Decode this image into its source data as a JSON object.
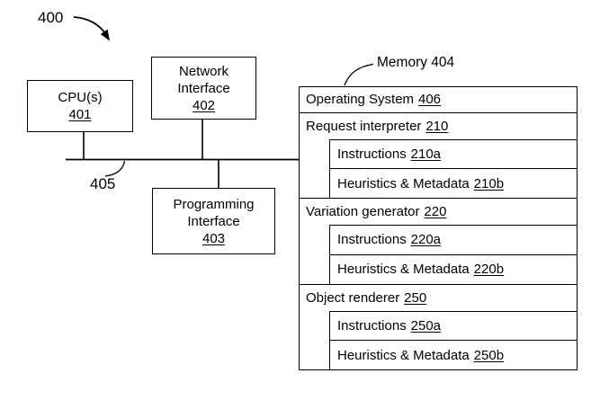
{
  "figure": {
    "reference_label": "400",
    "bus_label": "405",
    "memory_label": "Memory 404"
  },
  "nodes": {
    "cpu": {
      "line1": "CPU(s)",
      "ref": "401"
    },
    "network": {
      "line1": "Network",
      "line2": "Interface",
      "ref": "402"
    },
    "programming": {
      "line1": "Programming",
      "line2": "Interface",
      "ref": "403"
    }
  },
  "memory": {
    "os": {
      "label": "Operating System",
      "ref": "406"
    },
    "groups": [
      {
        "label": "Request interpreter",
        "ref": "210",
        "subrows": [
          {
            "label": "Instructions",
            "ref": "210a"
          },
          {
            "label": "Heuristics & Metadata",
            "ref": "210b"
          }
        ]
      },
      {
        "label": "Variation generator",
        "ref": "220",
        "subrows": [
          {
            "label": "Instructions",
            "ref": "220a"
          },
          {
            "label": "Heuristics & Metadata",
            "ref": "220b"
          }
        ]
      },
      {
        "label": "Object renderer",
        "ref": "250",
        "subrows": [
          {
            "label": "Instructions",
            "ref": "250a"
          },
          {
            "label": "Heuristics & Metadata",
            "ref": "250b"
          }
        ]
      }
    ]
  }
}
